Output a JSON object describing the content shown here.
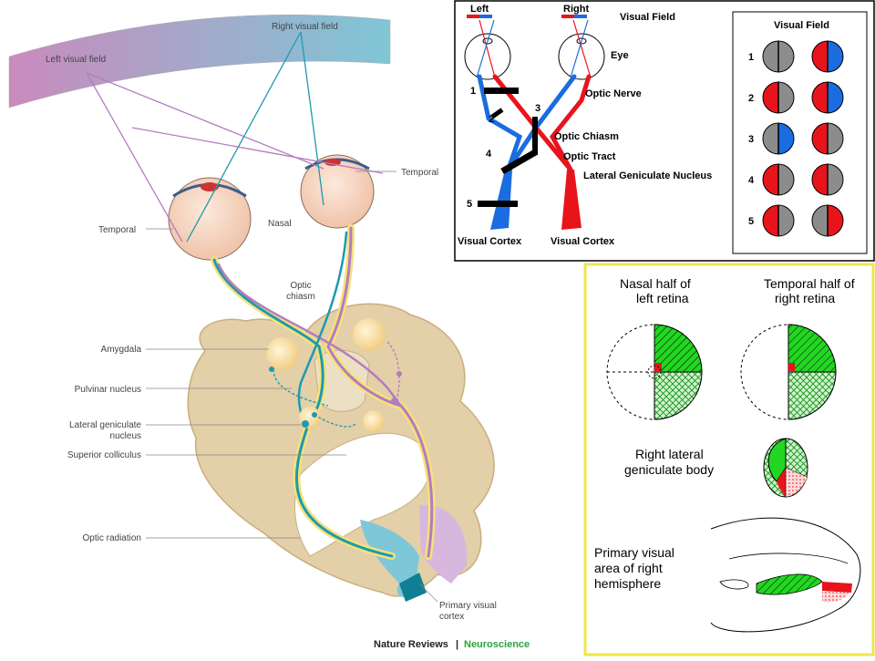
{
  "main_figure": {
    "left_visual_field": "Left visual field",
    "right_visual_field": "Right visual field",
    "temporal_left": "Temporal",
    "temporal_right": "Temporal",
    "nasal": "Nasal",
    "optic_chiasm_line1": "Optic",
    "optic_chiasm_line2": "chiasm",
    "amygdala": "Amygdala",
    "pulvinar": "Pulvinar nucleus",
    "lgn_line1": "Lateral geniculate",
    "lgn_line2": "nucleus",
    "superior_colliculus": "Superior colliculus",
    "optic_radiation": "Optic radiation",
    "pvc_line1": "Primary visual",
    "pvc_line2": "cortex",
    "credit_journal": "Nature Reviews",
    "credit_sep": "|",
    "credit_section": "Neuroscience",
    "colors": {
      "teal": "#1e9ab0",
      "purple": "#b47cc0",
      "brain": "#e3cfa8",
      "yellow": "#f5e27a"
    }
  },
  "schematic": {
    "left": "Left",
    "right": "Right",
    "visual_field": "Visual Field",
    "eye": "Eye",
    "optic_nerve": "Optic Nerve",
    "optic_chiasm": "Optic Chiasm",
    "optic_tract": "Optic Tract",
    "lgn": "Lateral Geniculate Nucleus",
    "visual_cortex_left": "Visual Cortex",
    "visual_cortex_right": "Visual Cortex",
    "lesions": [
      "1",
      "2",
      "3",
      "4",
      "5"
    ],
    "field_box_title": "Visual Field",
    "field_rows": [
      {
        "label": "1",
        "left": [
          "gray",
          "gray"
        ],
        "right": [
          "red",
          "blue"
        ]
      },
      {
        "label": "2",
        "left": [
          "red",
          "gray"
        ],
        "right": [
          "red",
          "blue"
        ]
      },
      {
        "label": "3",
        "left": [
          "gray",
          "blue"
        ],
        "right": [
          "red",
          "gray"
        ]
      },
      {
        "label": "4",
        "left": [
          "red",
          "gray"
        ],
        "right": [
          "red",
          "gray"
        ]
      },
      {
        "label": "5",
        "left": [
          "red",
          "gray"
        ],
        "right": [
          "gray",
          "red"
        ]
      }
    ],
    "colors": {
      "red": "#e8141c",
      "blue": "#1a6ce0",
      "gray": "#8c8c8c"
    }
  },
  "retina_panel": {
    "nasal_line1": "Nasal half of",
    "nasal_line2": "left retina",
    "temporal_line1": "Temporal half of",
    "temporal_line2": "right retina",
    "lgb_line1": "Right lateral",
    "lgb_line2": "geniculate body",
    "pva_line1": "Primary visual",
    "pva_line2": "area of right",
    "pva_line3": "hemisphere",
    "colors": {
      "green": "#22d622",
      "red": "#e8141c",
      "border": "#f0e64a"
    }
  }
}
